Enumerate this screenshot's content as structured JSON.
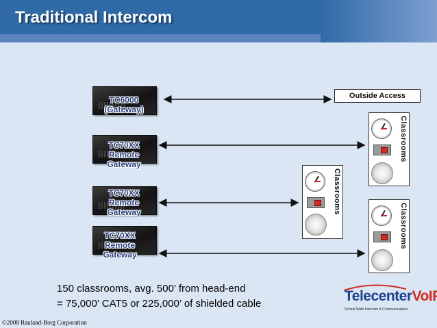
{
  "slide": {
    "title": "Traditional Intercom"
  },
  "devices": [
    {
      "label": "TC6000\n(Gateway)"
    },
    {
      "label": "TC70XX\nRemote\nGateway"
    },
    {
      "label": "TC70XX\nRemote\nGateway"
    },
    {
      "label": "TC70XX\nRemote\nGateway"
    }
  ],
  "outside_access": {
    "label": "Outside Access"
  },
  "classrooms": [
    {
      "label": "Classrooms"
    },
    {
      "label": "Classrooms"
    },
    {
      "label": "Classrooms"
    }
  ],
  "caption": {
    "line1": "150 classrooms, avg. 500’ from head-end",
    "line2": "= 75,000’ CAT5 or 225,000’ of shielded cable"
  },
  "logo": {
    "brand": "Telecenter",
    "brand_accent": "VoIP",
    "tagline": "School-Wide Intercom & Communications"
  },
  "footer": {
    "copyright": "©2008 Rauland-Borg Corporation"
  },
  "colors": {
    "background": "#dbe6f5",
    "title_bar": "#2f6aa6",
    "logo_blue": "#1d3f8f",
    "logo_red": "#d42a1f"
  }
}
